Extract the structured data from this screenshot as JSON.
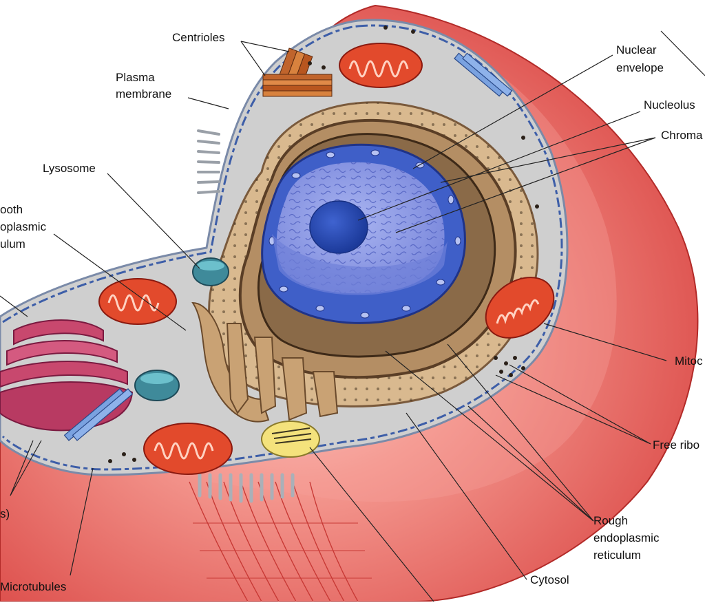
{
  "labels": {
    "centrioles": "Centrioles",
    "plasma_membrane": [
      "Plasma",
      "membrane"
    ],
    "lysosome": "Lysosome",
    "smooth_er": [
      "ooth",
      "oplasmic",
      "ulum"
    ],
    "nuclear_envelope": [
      "Nuclear",
      "envelope"
    ],
    "nucleolus": "Nucleolus",
    "chromatin": "Chroma",
    "mitochondria": "Mitoc",
    "free_ribosomes": "Free ribo",
    "rough_er": [
      "Rough",
      "endoplasmic",
      "reticulum"
    ],
    "cytosol": "Cytosol",
    "microtubules": "Microtubules",
    "partial_left": "s)"
  },
  "colors": {
    "cell_outer": "#e65a58",
    "cell_outer_light": "#f6a19a",
    "cytoplasm": "#c8c8c8",
    "membrane_blue": "#3d5ea8",
    "nucleus": "#3f5fc8",
    "nucleoplasm": "#8c9ae6",
    "nucleolus": "#2a4bb2",
    "er_brown": "#7a5a3c",
    "er_tan": "#d9b98f",
    "mitochondrion": "#e24a2c",
    "golgi": "#c8486e",
    "lysosome": "#3f8a9a",
    "vesicle_yellow": "#f4e27c",
    "microtubule": "#7aa2e0",
    "centriole": "#c0642c"
  }
}
